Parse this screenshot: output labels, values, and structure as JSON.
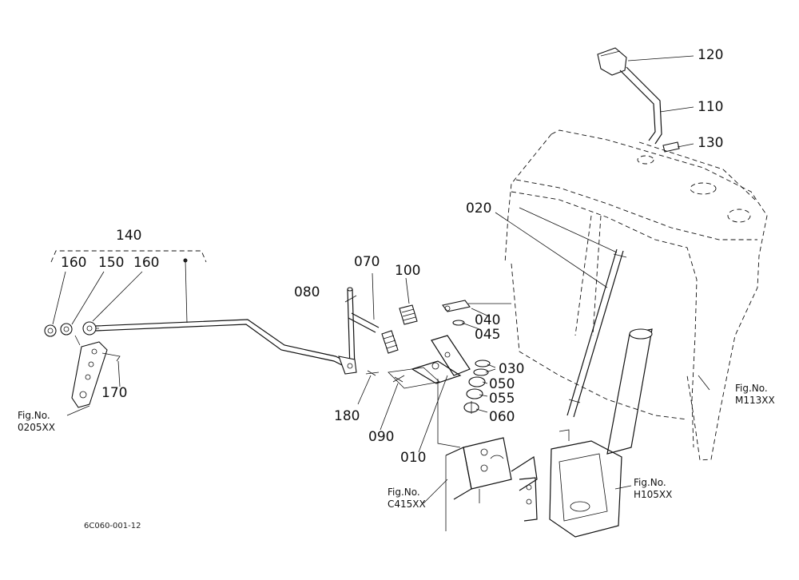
{
  "labels": {
    "p120": "120",
    "p110": "110",
    "p130": "130",
    "p020": "020",
    "p140": "140",
    "p160a": "160",
    "p150": "150",
    "p160b": "160",
    "p070": "070",
    "p100": "100",
    "p080": "080",
    "p040": "040",
    "p045": "045",
    "p030": "030",
    "p050": "050",
    "p055": "055",
    "p060": "060",
    "p170": "170",
    "p180": "180",
    "p090": "090",
    "p010": "010"
  },
  "figrefs": {
    "m113": {
      "title": "Fig.No.",
      "code": "M113XX"
    },
    "f0205": {
      "title": "Fig.No.",
      "code": "0205XX"
    },
    "c0415": {
      "title": "Fig.No.",
      "code": "C415XX"
    },
    "h105": {
      "title": "Fig.No.",
      "code": "H105XX"
    }
  },
  "drawing_code": "6C060-001-12"
}
